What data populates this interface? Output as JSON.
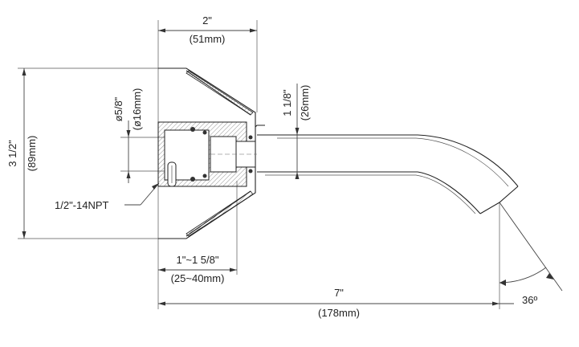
{
  "dimensions": {
    "flange_depth": {
      "imperial": "2\"",
      "metric": "(51mm)"
    },
    "overall_height": {
      "imperial": "3 1/2\"",
      "metric": "(89mm)"
    },
    "pipe_diameter": {
      "imperial": "ø5/8\"",
      "metric": "(ø16mm)"
    },
    "spout_height": {
      "imperial": "1 1/8\"",
      "metric": "(26mm)"
    },
    "thread": {
      "label": "1/2\"-14NPT"
    },
    "adjust_range": {
      "imperial": "1\"~1 5/8\"",
      "metric": "(25~40mm)"
    },
    "overall_length": {
      "imperial": "7\"",
      "metric": "(178mm)"
    },
    "angle": {
      "label": "36º"
    }
  }
}
